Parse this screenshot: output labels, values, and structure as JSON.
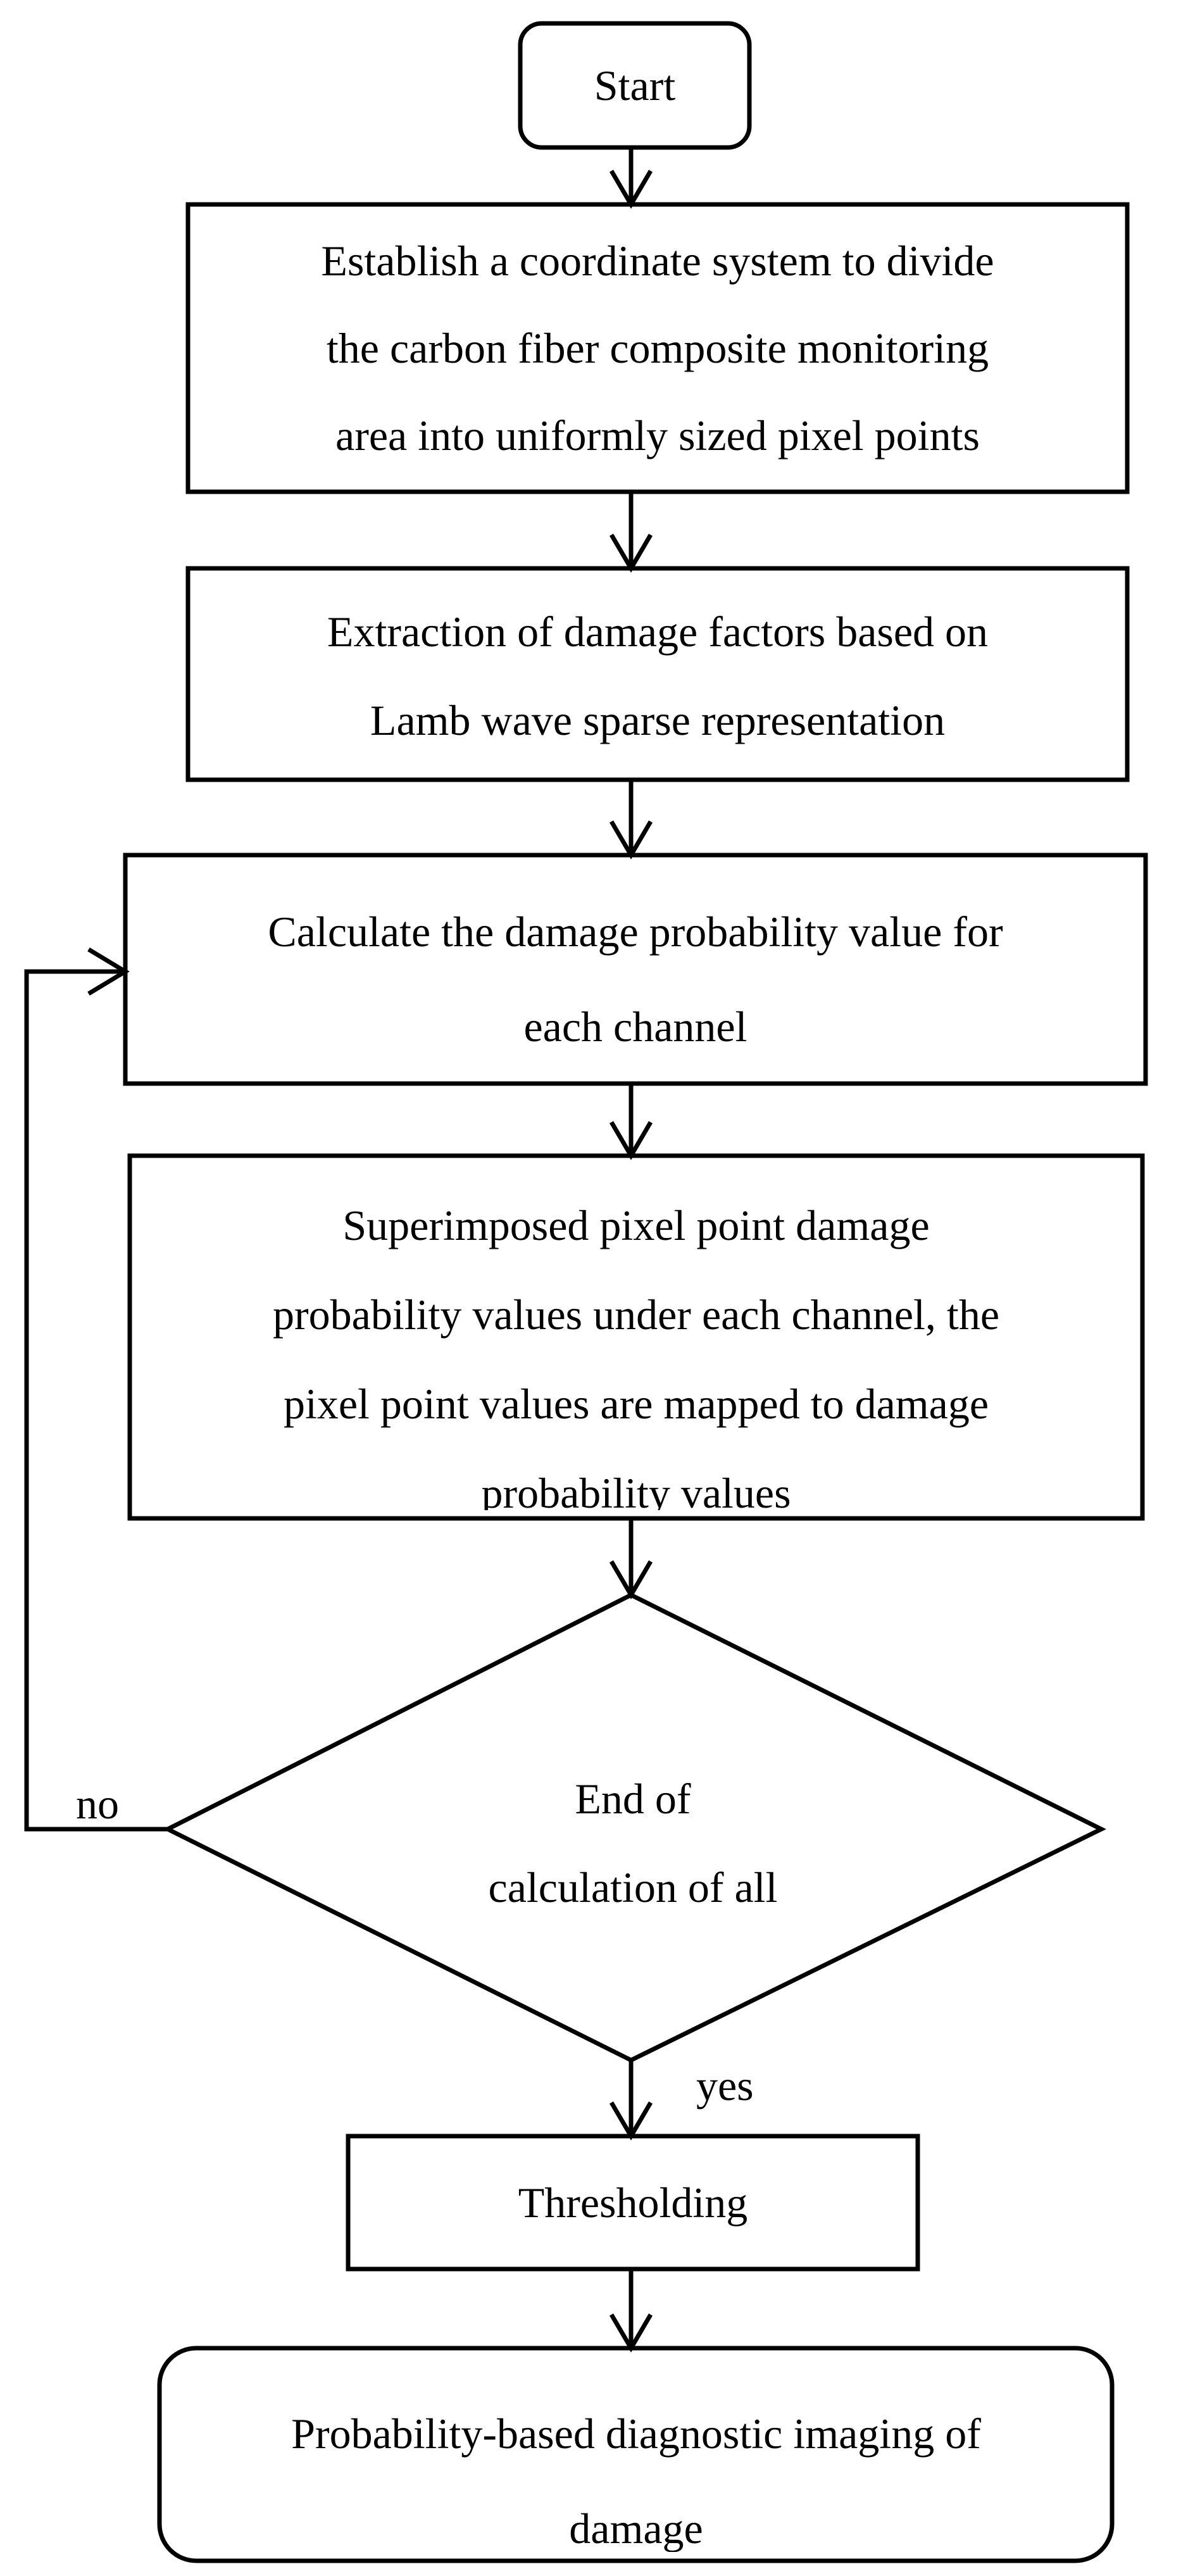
{
  "nodes": {
    "start": "Start",
    "step1": "Establish a coordinate system to divide\nthe carbon fiber composite monitoring\narea into uniformly sized pixel points",
    "step2": "Extraction of damage factors based on\nLamb wave sparse representation",
    "step3": "Calculate the damage probability value for\neach channel",
    "step4": "Superimposed pixel point damage\nprobability values under each channel, the\npixel point values are mapped to damage\nprobability values",
    "decision": "End of\ncalculation of all",
    "step5": "Thresholding",
    "end": "Probability-based diagnostic imaging of\ndamage"
  },
  "edges": {
    "no_label": "no",
    "yes_label": "yes"
  }
}
